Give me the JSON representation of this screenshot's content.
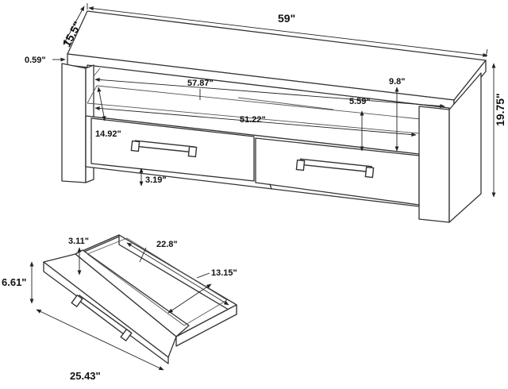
{
  "tv_stand": {
    "width": "59\"",
    "depth": "15.5\"",
    "height": "19.75\"",
    "top_thickness": "0.59\"",
    "interior_width": "57.87\"",
    "shelf_width": "51.22\"",
    "shelf_depth": "14.92\"",
    "shelf_opening_height": "5.59\"",
    "upper_opening_height": "9.8\"",
    "floor_clearance": "3.19\""
  },
  "drawer": {
    "width": "25.43\"",
    "height": "6.61\"",
    "interior_width": "22.8\"",
    "interior_depth": "13.15\"",
    "interior_height": "3.11\""
  }
}
